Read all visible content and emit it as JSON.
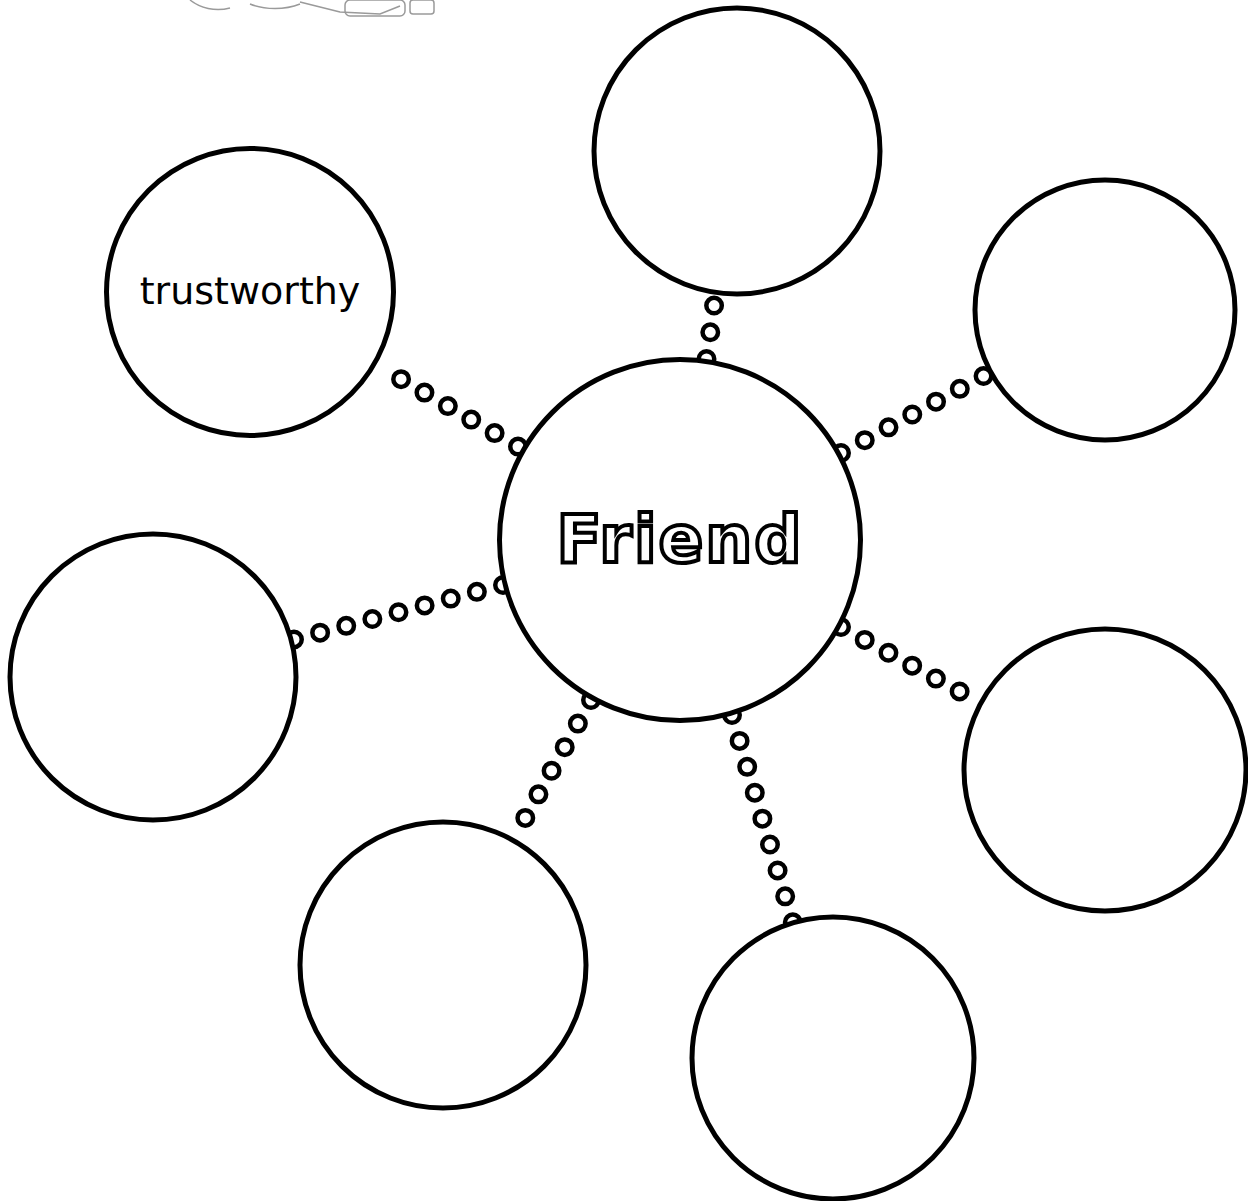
{
  "diagram": {
    "nodes": [
      {
        "text": [
          "trustworthy"
        ]
      },
      {
        "text": [
          "Friend"
        ]
      }
    ],
    "edges": [
      {
        "from": 1,
        "to": 0,
        "arrow": "none"
      }
    ]
  }
}
